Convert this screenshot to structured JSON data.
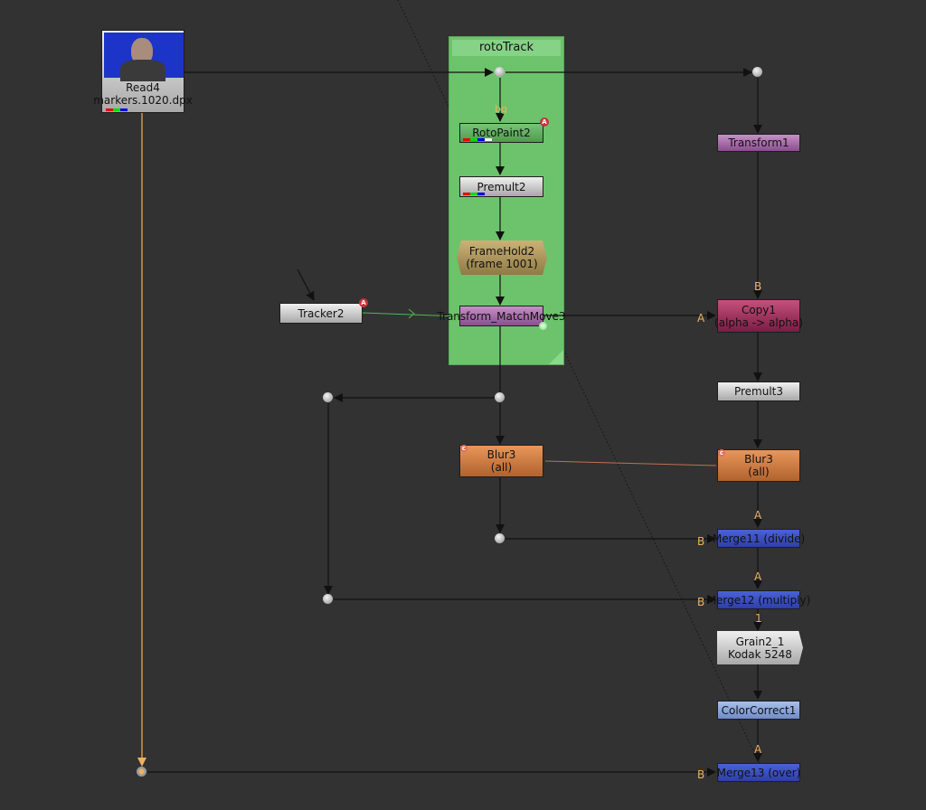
{
  "app": {
    "view": "Node Graph"
  },
  "backdrop": {
    "title": "rotoTrack",
    "color": "#6cc36c"
  },
  "nodes": {
    "read4": {
      "name": "Read4",
      "file": "markers.1020.dpx"
    },
    "rotopaint2": {
      "label": "RotoPaint2",
      "badge": "A",
      "input_label": "bg"
    },
    "premult2": {
      "label": "Premult2"
    },
    "framehold2": {
      "label": "FrameHold2",
      "sub": "(frame 1001)"
    },
    "tracker2": {
      "label": "Tracker2",
      "badge": "A"
    },
    "transform_matchmove3": {
      "label": "Transform_MatchMove3"
    },
    "transform1": {
      "label": "Transform1"
    },
    "copy1": {
      "label": "Copy1",
      "sub": "(alpha -> alpha)"
    },
    "premult3": {
      "label": "Premult3"
    },
    "blur3_left": {
      "label": "Blur3",
      "sub": "(all)",
      "badge": "c"
    },
    "blur3_right": {
      "label": "Blur3",
      "sub": "(all)",
      "badge": "c"
    },
    "merge11": {
      "label": "Merge11 (divide)"
    },
    "merge12": {
      "label": "Merge12 (multiply)"
    },
    "grain2_1": {
      "label": "Grain2_1",
      "sub": "Kodak 5248"
    },
    "colorcorrect1": {
      "label": "ColorCorrect1"
    },
    "merge13": {
      "label": "Merge13 (over)"
    }
  },
  "input_labels": {
    "copy1_b": "B",
    "copy1_a": "A",
    "merge11_a": "A",
    "merge11_b": "B",
    "merge12_a": "A",
    "merge12_b": "B",
    "grain_1": "1",
    "merge13_a": "A",
    "merge13_b": "B"
  },
  "colors": {
    "pipe": "#111111",
    "read_pipe": "#f0b060",
    "tracker_link": "#4fb84f",
    "blur_link": "#c07050",
    "label": "#f0b060"
  }
}
